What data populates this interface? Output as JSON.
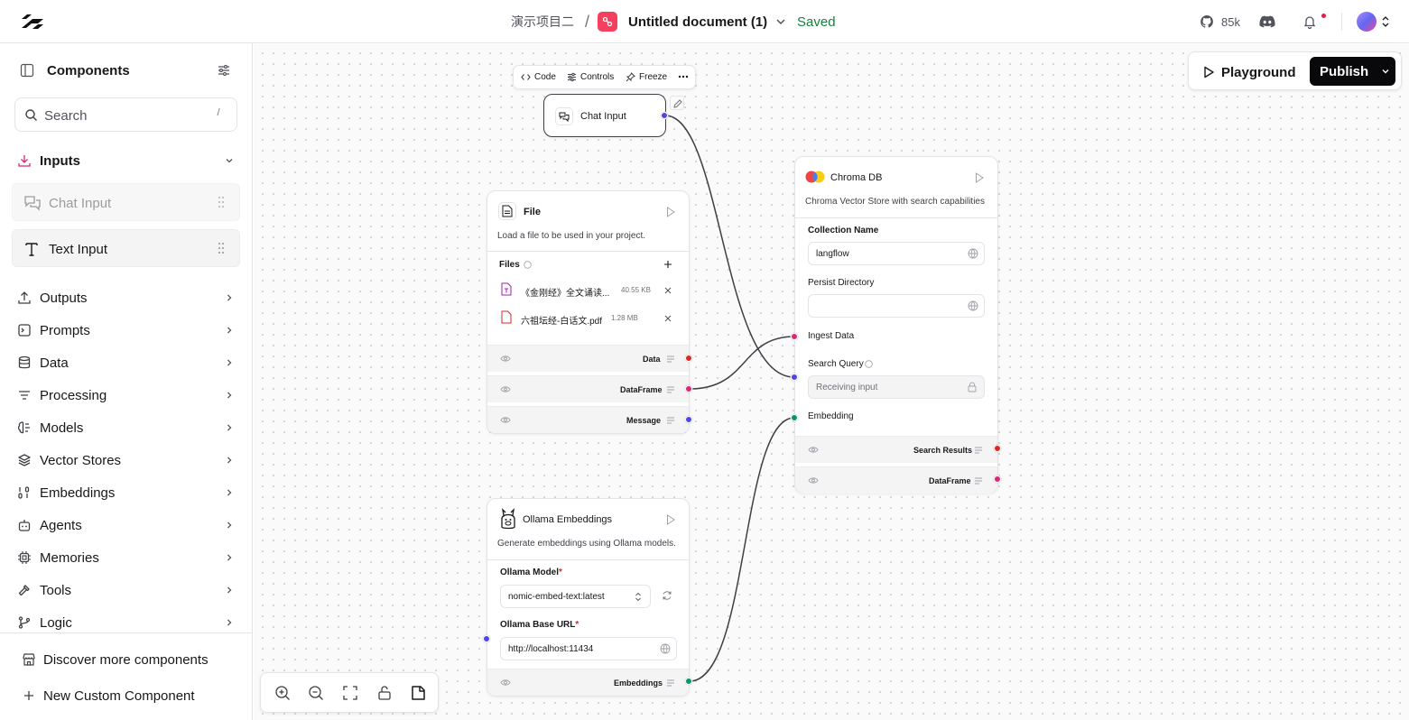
{
  "header": {
    "project": "演示项目二",
    "separator": "/",
    "document": "Untitled document (1)",
    "status": "Saved",
    "github_stars": "85k"
  },
  "sidebar": {
    "title": "Components",
    "search_placeholder": "Search",
    "search_shortcut": "/",
    "inputs_label": "Inputs",
    "input_items": [
      {
        "label": "Chat Input"
      },
      {
        "label": "Text Input"
      }
    ],
    "categories": [
      {
        "label": "Outputs"
      },
      {
        "label": "Prompts"
      },
      {
        "label": "Data"
      },
      {
        "label": "Processing"
      },
      {
        "label": "Models"
      },
      {
        "label": "Vector Stores"
      },
      {
        "label": "Embeddings"
      },
      {
        "label": "Agents"
      },
      {
        "label": "Memories"
      },
      {
        "label": "Tools"
      },
      {
        "label": "Logic"
      }
    ],
    "footer": {
      "discover": "Discover more components",
      "new_custom": "New Custom Component"
    }
  },
  "node_toolbar": {
    "code": "Code",
    "controls": "Controls",
    "freeze": "Freeze"
  },
  "nodes": {
    "chat_input": {
      "title": "Chat Input"
    },
    "file": {
      "title": "File",
      "description": "Load a file to be used in your project.",
      "files_label": "Files",
      "files": [
        {
          "name": "《金刚经》全文诵读...",
          "size": "40.55 KB"
        },
        {
          "name": "六祖坛经-白话文.pdf",
          "size": "1.28 MB"
        }
      ],
      "outputs": [
        "Data",
        "DataFrame",
        "Message"
      ]
    },
    "chroma": {
      "title": "Chroma DB",
      "description": "Chroma Vector Store with search capabilities",
      "collection_label": "Collection Name",
      "collection_value": "langflow",
      "persist_label": "Persist Directory",
      "persist_value": "",
      "ingest_label": "Ingest Data",
      "search_label": "Search Query",
      "search_value": "Receiving input",
      "embedding_label": "Embedding",
      "outputs": [
        "Search Results",
        "DataFrame"
      ]
    },
    "ollama": {
      "title": "Ollama Embeddings",
      "description": "Generate embeddings using Ollama models.",
      "model_label": "Ollama Model",
      "model_value": "nomic-embed-text:latest",
      "url_label": "Ollama Base URL",
      "url_value": "http://localhost:11434",
      "required_mark": "*",
      "output": "Embeddings"
    }
  },
  "actions": {
    "playground": "Playground",
    "publish": "Publish"
  },
  "colors": {
    "blue_handle": "#4f46e5",
    "pink_handle": "#db2777",
    "red_handle": "#dc2626",
    "green_handle": "#059669",
    "saved": "#15803d"
  }
}
